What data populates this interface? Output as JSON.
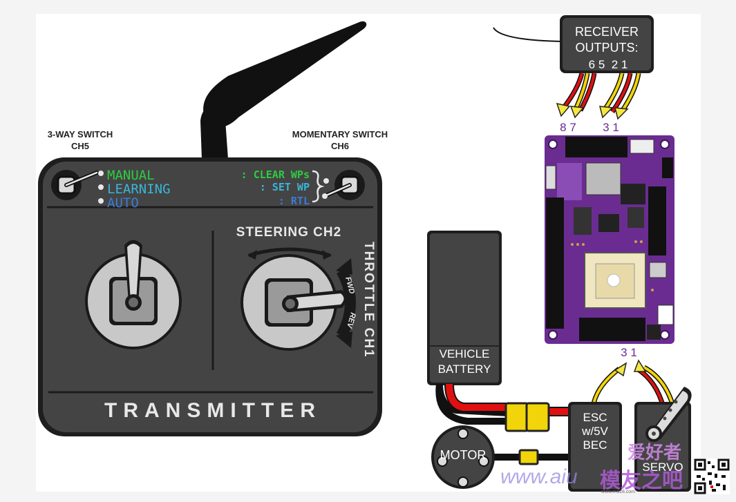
{
  "transmitter": {
    "three_way_label_1": "3-WAY SWITCH",
    "three_way_label_2": "CH5",
    "momentary_label_1": "MOMENTARY SWITCH",
    "momentary_label_2": "CH6",
    "modes": [
      {
        "text": "MANUAL",
        "color": "#2ecc40"
      },
      {
        "text": "LEARNING",
        "color": "#39b6d8"
      },
      {
        "text": "AUTO",
        "color": "#3b7bd6"
      }
    ],
    "actions": [
      {
        "text": ": CLEAR WPs",
        "color": "#2ecc40"
      },
      {
        "text": ": SET WP",
        "color": "#39b6d8"
      },
      {
        "text": ": RTL",
        "color": "#3b7bd6"
      }
    ],
    "steering_label": "STEERING CH2",
    "throttle_label": "THROTTLE CH1",
    "fwd_label": "FWD",
    "rev_label": "REV",
    "title": "TRANSMITTER"
  },
  "receiver": {
    "line1": "RECEIVER",
    "line2": "OUTPUTS:",
    "channels": "6 5  2 1"
  },
  "controller": {
    "input_labels": [
      "8 7",
      "3 1"
    ],
    "output_label": "3 1"
  },
  "battery": {
    "line1": "VEHICLE",
    "line2": "BATTERY"
  },
  "esc": {
    "line1": "ESC",
    "line2": "w/5V",
    "line3": "BEC"
  },
  "motor": {
    "label": "MOTOR"
  },
  "servo": {
    "label": "SERVO"
  },
  "watermark": {
    "url": "www.aiu",
    "brand": "模友之吧",
    "small": "www.moz8.com",
    "top": "爱好者"
  },
  "colors": {
    "body": "#3d3d3d",
    "purple": "#6a2c91",
    "wire_red": "#e01010",
    "wire_yellow": "#f2d40a",
    "arrow_yellow": "#f5e642"
  }
}
